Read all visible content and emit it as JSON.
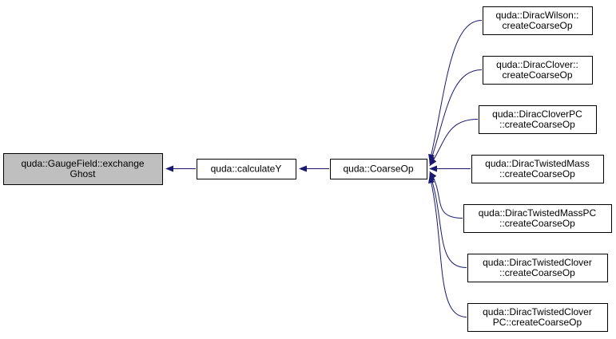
{
  "diagram": {
    "type": "doxygen-caller-graph",
    "colors": {
      "background": "#ffffff",
      "node_border": "#000000",
      "node_fill": "#ffffff",
      "highlight_fill": "#bfbfbf",
      "arrow": "#191970",
      "text": "#000000"
    },
    "nodes": [
      {
        "id": "exchangeGhost",
        "lines": [
          "quda::GaugeField::exchange",
          "Ghost"
        ],
        "highlighted": true
      },
      {
        "id": "calculateY",
        "lines": [
          "quda::calculateY"
        ],
        "highlighted": false
      },
      {
        "id": "coarseOp",
        "lines": [
          "quda::CoarseOp"
        ],
        "highlighted": false
      },
      {
        "id": "diracWilson",
        "lines": [
          "quda::DiracWilson::",
          "createCoarseOp"
        ],
        "highlighted": false
      },
      {
        "id": "diracClover",
        "lines": [
          "quda::DiracClover::",
          "createCoarseOp"
        ],
        "highlighted": false
      },
      {
        "id": "diracCloverPC",
        "lines": [
          "quda::DiracCloverPC",
          "::createCoarseOp"
        ],
        "highlighted": false
      },
      {
        "id": "diracTwistedMass",
        "lines": [
          "quda::DiracTwistedMass",
          "::createCoarseOp"
        ],
        "highlighted": false
      },
      {
        "id": "diracTwistedMassPC",
        "lines": [
          "quda::DiracTwistedMassPC",
          "::createCoarseOp"
        ],
        "highlighted": false
      },
      {
        "id": "diracTwistedClover",
        "lines": [
          "quda::DiracTwistedClover",
          "::createCoarseOp"
        ],
        "highlighted": false
      },
      {
        "id": "diracTwistedCloverPC",
        "lines": [
          "quda::DiracTwistedClover",
          "PC::createCoarseOp"
        ],
        "highlighted": false
      }
    ],
    "edges": [
      {
        "from": "calculateY",
        "to": "exchangeGhost"
      },
      {
        "from": "coarseOp",
        "to": "calculateY"
      },
      {
        "from": "diracWilson",
        "to": "coarseOp"
      },
      {
        "from": "diracClover",
        "to": "coarseOp"
      },
      {
        "from": "diracCloverPC",
        "to": "coarseOp"
      },
      {
        "from": "diracTwistedMass",
        "to": "coarseOp"
      },
      {
        "from": "diracTwistedMassPC",
        "to": "coarseOp"
      },
      {
        "from": "diracTwistedClover",
        "to": "coarseOp"
      },
      {
        "from": "diracTwistedCloverPC",
        "to": "coarseOp"
      }
    ]
  }
}
